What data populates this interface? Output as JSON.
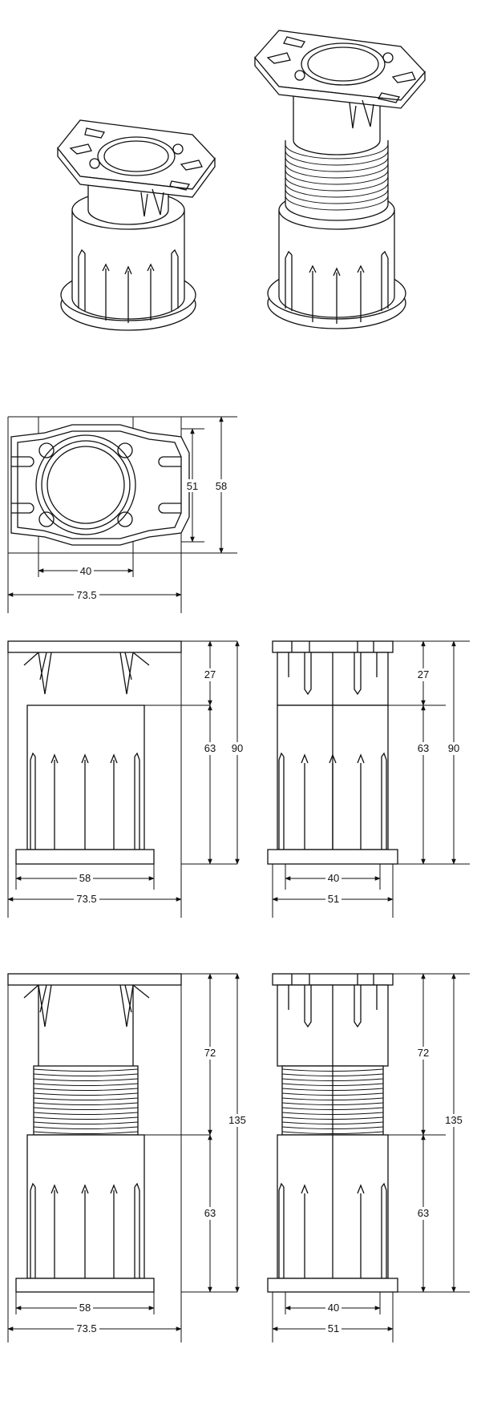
{
  "views": {
    "top": {
      "height_inner": "51",
      "height_outer": "58",
      "width_inner": "40",
      "width_outer": "73.5"
    },
    "front_short": {
      "upper": "27",
      "lower": "63",
      "total": "90",
      "base": "58",
      "width": "73.5"
    },
    "side_short": {
      "upper": "27",
      "lower": "63",
      "total": "90",
      "base": "40",
      "width": "51"
    },
    "front_tall": {
      "upper": "72",
      "total": "135",
      "lower": "63",
      "base": "58",
      "width": "73.5"
    },
    "side_tall": {
      "upper": "72",
      "total": "135",
      "lower": "63",
      "base": "40",
      "width": "51"
    }
  },
  "icons": [
    "adjustable-leg-short-iso-icon",
    "adjustable-leg-extended-iso-icon"
  ],
  "colors": {
    "line": "#111111",
    "background": "#ffffff"
  }
}
